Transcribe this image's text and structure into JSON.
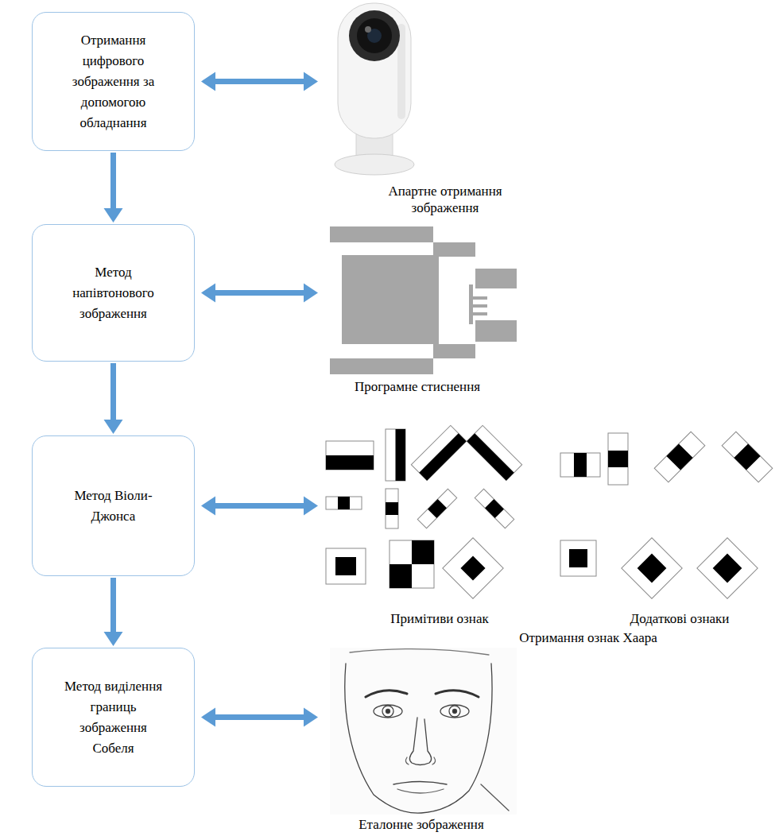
{
  "diagram": {
    "nodes": [
      {
        "text": [
          "Отримання цифрового зображення за допомогою обладнання"
        ]
      },
      {
        "text": [
          "Апартне отримання зображення"
        ]
      },
      {
        "text": [
          "Метод напівтонового зображення"
        ]
      },
      {
        "text": [
          "Програмне стиснення"
        ]
      },
      {
        "text": [
          "Метод Віоли-Джонса"
        ]
      },
      {
        "text": [
          "Примітиви ознак",
          "Додаткові ознаки",
          "Отримання ознак Хаара"
        ]
      },
      {
        "text": [
          "Метод виділення границь зображення Собеля"
        ]
      },
      {
        "text": [
          "Еталонне зображення"
        ]
      }
    ],
    "edges": [
      {
        "from": 0,
        "to": 2,
        "arrow": "to"
      },
      {
        "from": 2,
        "to": 4,
        "arrow": "to"
      },
      {
        "from": 4,
        "to": 6,
        "arrow": "to"
      },
      {
        "from": 0,
        "to": 1,
        "arrow": "both"
      },
      {
        "from": 2,
        "to": 3,
        "arrow": "both"
      },
      {
        "from": 4,
        "to": 5,
        "arrow": "both"
      },
      {
        "from": 6,
        "to": 7,
        "arrow": "both"
      }
    ]
  }
}
